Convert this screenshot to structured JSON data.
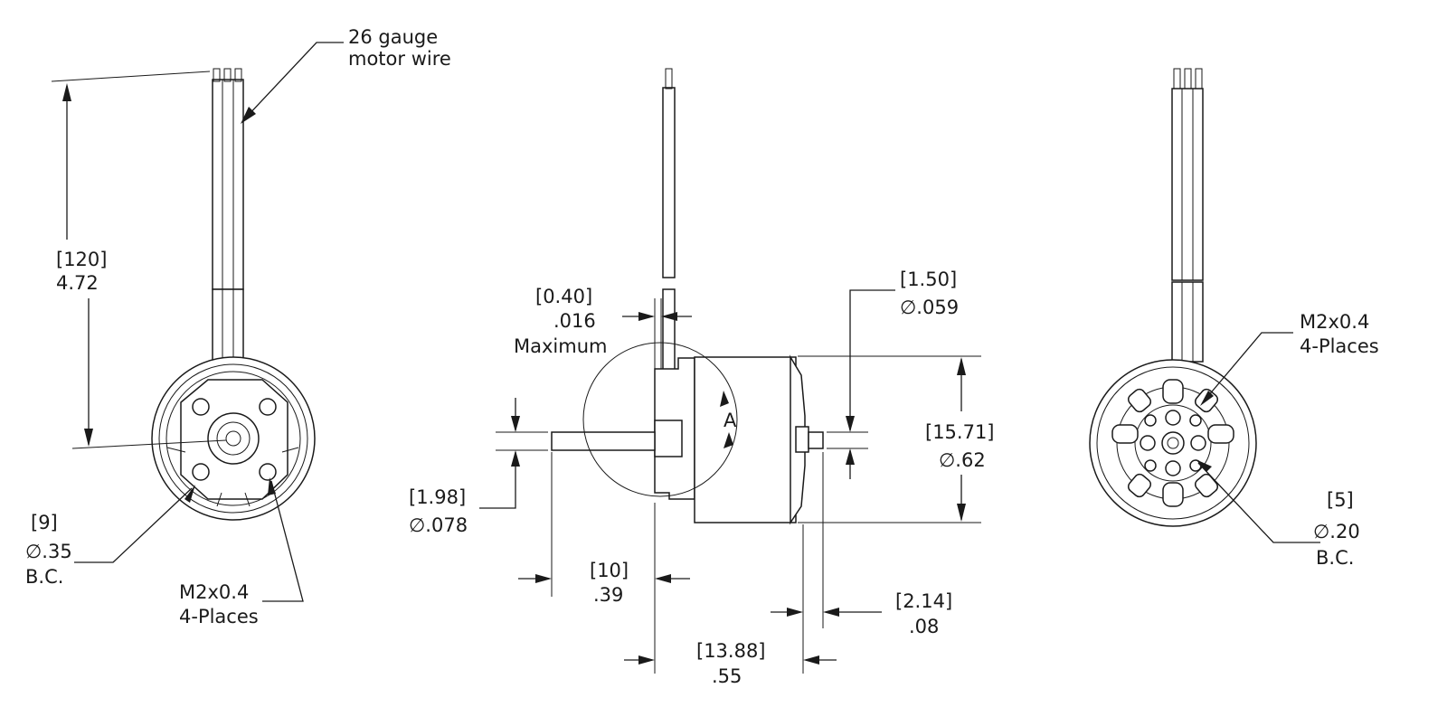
{
  "left_view": {
    "wire_note": [
      "26 gauge",
      "motor wire"
    ],
    "length_dim": [
      "[120]",
      "4.72"
    ],
    "bc_dim": [
      "[9]",
      "∅.35",
      "B.C."
    ],
    "thread_note": [
      "M2x0.4",
      "4-Places"
    ]
  },
  "side_view": {
    "flange_dim": [
      "[0.40]",
      ".016",
      "Maximum"
    ],
    "detail_label": "A",
    "shaft_dim": [
      "[1.50]",
      "∅.059"
    ],
    "body_dim": [
      "[15.71]",
      "∅.62"
    ],
    "front_shaft_dim": [
      "[1.98]",
      "∅.078"
    ],
    "front_shaft_len": [
      "[10]",
      ".39"
    ],
    "rear_shaft_len": [
      "[2.14]",
      ".08"
    ],
    "body_len": [
      "[13.88]",
      ".55"
    ]
  },
  "right_view": {
    "thread_note": [
      "M2x0.4",
      "4-Places"
    ],
    "bc_dim": [
      "[5]",
      "∅.20",
      "B.C."
    ]
  }
}
